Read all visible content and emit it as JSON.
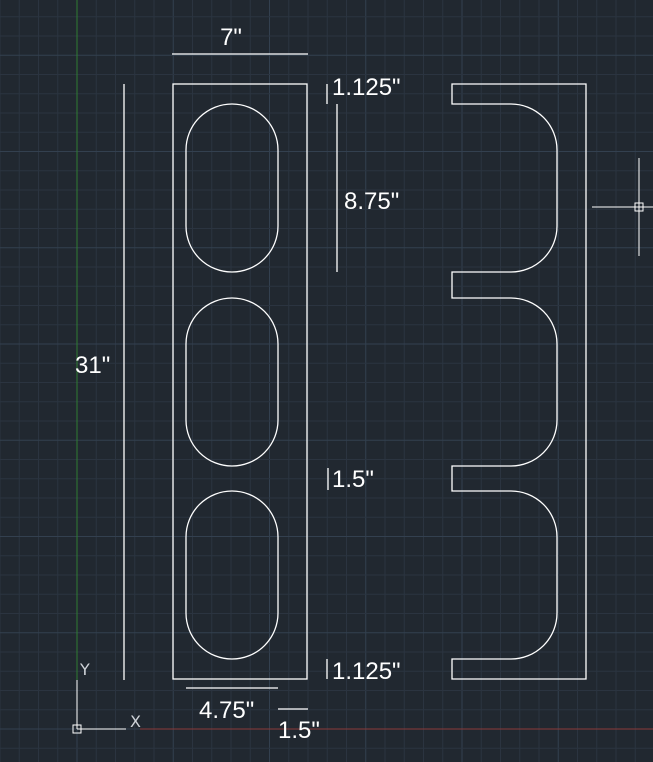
{
  "colors": {
    "background": "#212830",
    "grid_minor": "#2b3440",
    "grid_major": "#33404f",
    "geometry": "#ffffff",
    "y_axis": "#2e7d32",
    "x_axis": "#8a3a3a"
  },
  "dimensions": {
    "width_top": "7\"",
    "top_margin": "1.125\"",
    "slot_length": "8.75\"",
    "overall_height": "31\"",
    "gap": "1.5\"",
    "bottom_margin": "1.125\"",
    "slot_width": "4.75\"",
    "side_margin": "1.5\""
  },
  "ucs": {
    "y_label": "Y",
    "x_label": "X"
  }
}
